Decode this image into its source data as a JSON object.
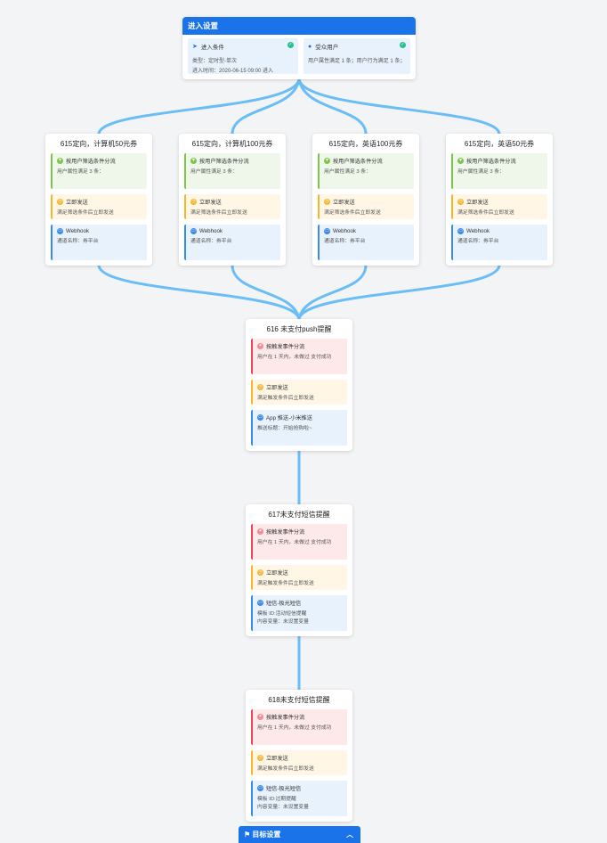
{
  "entry": {
    "title": "进入设置",
    "condition": {
      "title": "进入条件",
      "line1": "类型：定时型-单次",
      "line2": "进入时间：2020-06-15 09:00 进入"
    },
    "audience": {
      "title": "受众用户",
      "line1": "用户属性满足 1 条；用户行为满足 1 条；"
    }
  },
  "branches": [
    {
      "title": "615定向，计算机50元券",
      "filter_title": "按用户筛选条件分流",
      "filter_desc": "用户属性满足 3 条：",
      "send_title": "立即发送",
      "send_desc": "满足筛选条件后立即发送",
      "channel_title": "Webhook",
      "channel_desc": "通道名称：券平台"
    },
    {
      "title": "615定向，计算机100元券",
      "filter_title": "按用户筛选条件分流",
      "filter_desc": "用户属性满足 3 条：",
      "send_title": "立即发送",
      "send_desc": "满足筛选条件后立即发送",
      "channel_title": "Webhook",
      "channel_desc": "通道名称：券平台"
    },
    {
      "title": "615定向，英语100元券",
      "filter_title": "按用户筛选条件分流",
      "filter_desc": "用户属性满足 3 条：",
      "send_title": "立即发送",
      "send_desc": "满足筛选条件后立即发送",
      "channel_title": "Webhook",
      "channel_desc": "通道名称：券平台"
    },
    {
      "title": "615定向，英语50元券",
      "filter_title": "按用户筛选条件分流",
      "filter_desc": "用户属性满足 3 条：",
      "send_title": "立即发送",
      "send_desc": "满足筛选条件后立即发送",
      "channel_title": "Webhook",
      "channel_desc": "通道名称：券平台"
    }
  ],
  "nodes": [
    {
      "title": "616 未支付push提醒",
      "trigger_title": "按触发事件分流",
      "trigger_desc": "用户在 1 天内，未做过 支付成功",
      "send_title": "立即发送",
      "send_desc": "满足触发条件后立即发送",
      "channel_title": "App 推送-小米推送",
      "channel_line1": "推送标题：开始抢购啦~",
      "channel_line2": ""
    },
    {
      "title": "617未支付短信提醒",
      "trigger_title": "按触发事件分流",
      "trigger_desc": "用户在 1 天内，未做过 支付成功",
      "send_title": "立即发送",
      "send_desc": "满足触发条件后立即发送",
      "channel_title": "短信-极光短信",
      "channel_line1": "模板 ID:活动短信提醒",
      "channel_line2": "内容变量：未设置变量"
    },
    {
      "title": "618未支付短信提醒",
      "trigger_title": "按触发事件分流",
      "trigger_desc": "用户在 1 天内，未做过 支付成功",
      "send_title": "立即发送",
      "send_desc": "满足触发条件后立即发送",
      "channel_title": "短信-极光短信",
      "channel_line1": "模板 ID:过期提醒",
      "channel_line2": "内容变量：未设置变量"
    }
  ],
  "target": {
    "title": "目标设置"
  },
  "colors": {
    "accent": "#1a73e8",
    "connector": "#6bbdf5"
  }
}
